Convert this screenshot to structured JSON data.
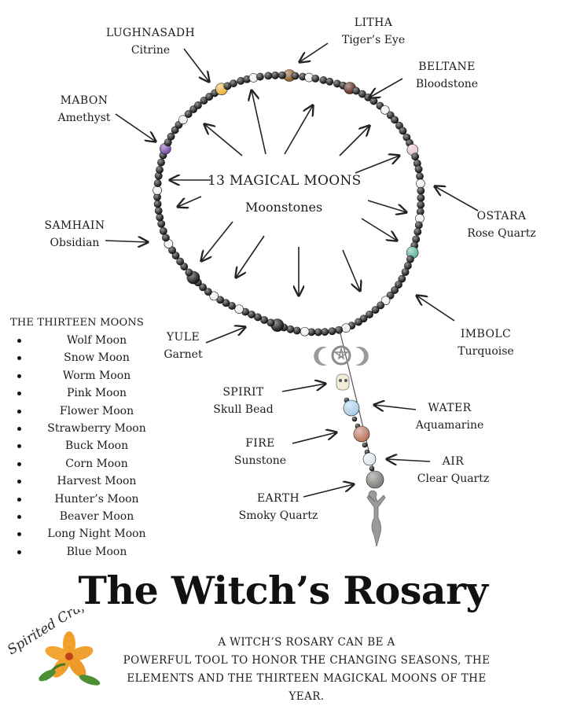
{
  "title": "The Witch’s Rosary",
  "center": {
    "title": "13 MAGICAL MOONS",
    "subtitle": "Moonstones"
  },
  "sabbats": [
    {
      "key": "litha",
      "name": "LITHA",
      "stone": "Tiger’s Eye"
    },
    {
      "key": "lughnasadh",
      "name": "LUGHNASADH",
      "stone": "Citrine"
    },
    {
      "key": "beltane",
      "name": "BELTANE",
      "stone": "Bloodstone"
    },
    {
      "key": "mabon",
      "name": "MABON",
      "stone": "Amethyst"
    },
    {
      "key": "ostara",
      "name": "OSTARA",
      "stone": "Rose Quartz"
    },
    {
      "key": "samhain",
      "name": "SAMHAIN",
      "stone": "Obsidian"
    },
    {
      "key": "imbolc",
      "name": "IMBOLC",
      "stone": "Turquoise"
    },
    {
      "key": "yule",
      "name": "YULE",
      "stone": "Garnet"
    }
  ],
  "elements": [
    {
      "key": "spirit",
      "name": "SPIRIT",
      "stone": "Skull Bead"
    },
    {
      "key": "water",
      "name": "WATER",
      "stone": "Aquamarine"
    },
    {
      "key": "fire",
      "name": "FIRE",
      "stone": "Sunstone"
    },
    {
      "key": "air",
      "name": "AIR",
      "stone": "Clear Quartz"
    },
    {
      "key": "earth",
      "name": "EARTH",
      "stone": "Smoky Quartz"
    }
  ],
  "moons": {
    "heading": "THE THIRTEEN MOONS",
    "items": [
      "Wolf Moon",
      "Snow Moon",
      "Worm Moon",
      "Pink Moon",
      "Flower Moon",
      "Strawberry Moon",
      "Buck Moon",
      "Corn Moon",
      "Harvest Moon",
      "Hunter’s Moon",
      "Beaver Moon",
      "Long Night Moon",
      "Blue Moon"
    ]
  },
  "description": [
    "A WITCH’S ROSARY CAN BE A",
    "POWERFUL TOOL TO HONOR THE CHANGING SEASONS, THE",
    "ELEMENTS AND THE THIRTEEN MAGICKAL MOONS OF THE",
    "YEAR."
  ],
  "logo_text": "Spirited Crafts",
  "colors": {
    "bead_black": "#141414",
    "moonstone": "#eef0f2",
    "citrine": "#e9b13a",
    "amethyst": "#7a4aa8",
    "tigers_eye": "#8a5a22",
    "bloodstone": "#5a2a1c",
    "rose_quartz": "#e8c4cc",
    "turquoise": "#5fb3a0",
    "aquamarine": "#a9cde8",
    "sunstone": "#b8735a",
    "clear_quartz": "#dfe6ea",
    "smoky_quartz": "#7d7d78",
    "flower": "#f2a02c"
  }
}
